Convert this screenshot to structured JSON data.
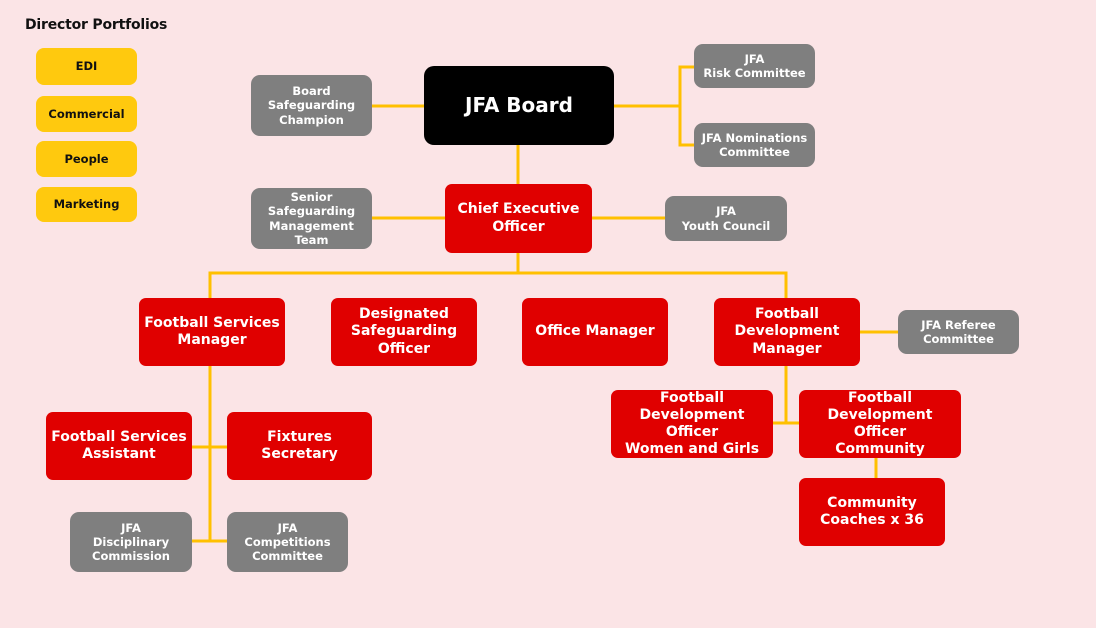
{
  "colors": {
    "background": "#fbe4e6",
    "connector": "#ffc000",
    "board": "#000000",
    "staff": "#e00000",
    "committee": "#7f7f7f",
    "portfolio": "#ffc90e"
  },
  "portfolios": {
    "title": "Director Portfolios",
    "items": [
      "EDI",
      "Commercial",
      "People",
      "Marketing"
    ]
  },
  "board": {
    "label": "JFA Board",
    "champion": "Board\nSafeguarding\nChampion",
    "risk_committee": "JFA\nRisk Committee",
    "nominations_committee": "JFA Nominations\nCommittee"
  },
  "ceo": {
    "label": "Chief Executive\nOfficer",
    "senior_safeguarding": "Senior\nSafeguarding\nManagement Team",
    "youth_council": "JFA\nYouth Council"
  },
  "managers": {
    "football_services_manager": "Football Services\nManager",
    "designated_safeguarding_officer": "Designated\nSafeguarding\nOfficer",
    "office_manager": "Office Manager",
    "football_development_manager": "Football\nDevelopment\nManager"
  },
  "football_services": {
    "assistant": "Football Services\nAssistant",
    "fixtures_secretary": "Fixtures Secretary",
    "disciplinary_commission": "JFA\nDisciplinary\nCommission",
    "competitions_committee": "JFA\nCompetitions\nCommittee"
  },
  "football_development": {
    "referee_committee": "JFA Referee\nCommittee",
    "officer_women_girls": "Football\nDevelopment Officer\nWomen and Girls",
    "officer_community": "Football\nDevelopment Officer\nCommunity",
    "community_coaches": "Community\nCoaches x 36"
  }
}
